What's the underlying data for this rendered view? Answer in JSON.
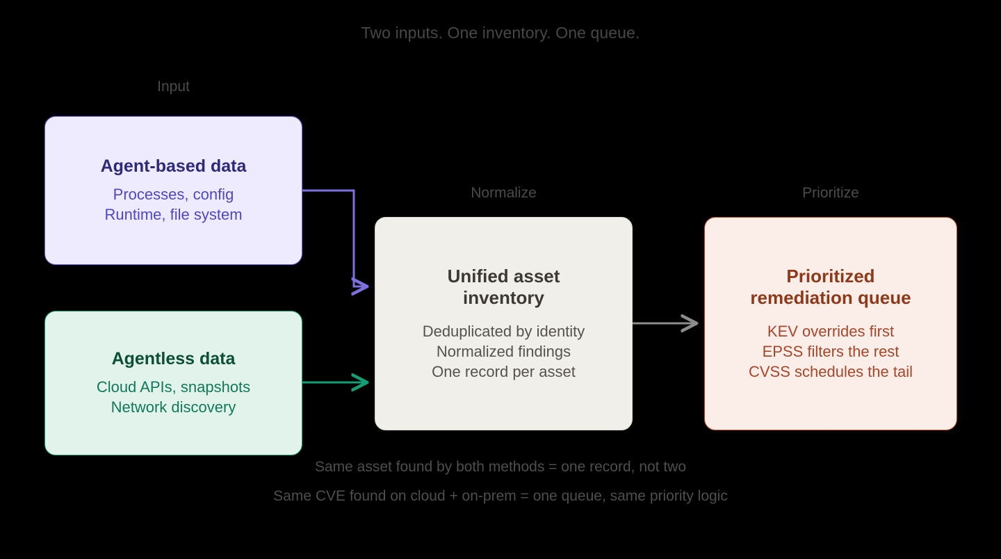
{
  "headline": "Two inputs. One inventory. One queue.",
  "stages": {
    "input": "Input",
    "normalize": "Normalize",
    "prioritize": "Prioritize"
  },
  "nodes": {
    "agent": {
      "title": "Agent-based data",
      "lines": [
        "Processes, config",
        "Runtime, file system"
      ],
      "fill": "#edebfd",
      "border": "#6f66da",
      "title_color": "#2e2a7a",
      "text_color": "#4f46c8"
    },
    "agentless": {
      "title": "Agentless data",
      "lines": [
        "Cloud APIs, snapshots",
        "Network discovery"
      ],
      "fill": "#e2f3ec",
      "border": "#14a077",
      "title_color": "#0c4f38",
      "text_color": "#11795a"
    },
    "unified": {
      "title_line1": "Unified asset",
      "title_line2": "inventory",
      "lines": [
        "Deduplicated by identity",
        "Normalized findings",
        "One record per asset"
      ],
      "fill": "#f1efe9",
      "border": "#d6d3cb",
      "title_color": "#3d3a35",
      "text_color": "#56534e"
    },
    "queue": {
      "title_line1": "Prioritized",
      "title_line2": "remediation queue",
      "lines": [
        "KEV overrides first",
        "EPSS filters the rest",
        "CVSS schedules the tail"
      ],
      "fill": "#fbeee9",
      "border": "#b4481f",
      "title_color": "#8e3a1a",
      "text_color": "#a8462a"
    }
  },
  "connectors": {
    "agent_to_unified": {
      "name": "agent-to-unified-arrow",
      "color": "#7b72e0",
      "style": "elbow"
    },
    "agentless_to_unified": {
      "name": "agentless-to-unified-arrow",
      "color": "#14a077",
      "style": "straight"
    },
    "unified_to_queue": {
      "name": "unified-to-queue-arrow",
      "color": "#8c8c8c",
      "style": "straight"
    }
  },
  "footnotes": [
    "Same asset found by both methods = one record, not two",
    "Same CVE found on cloud + on-prem = one queue, same priority logic"
  ],
  "background": "#000000"
}
